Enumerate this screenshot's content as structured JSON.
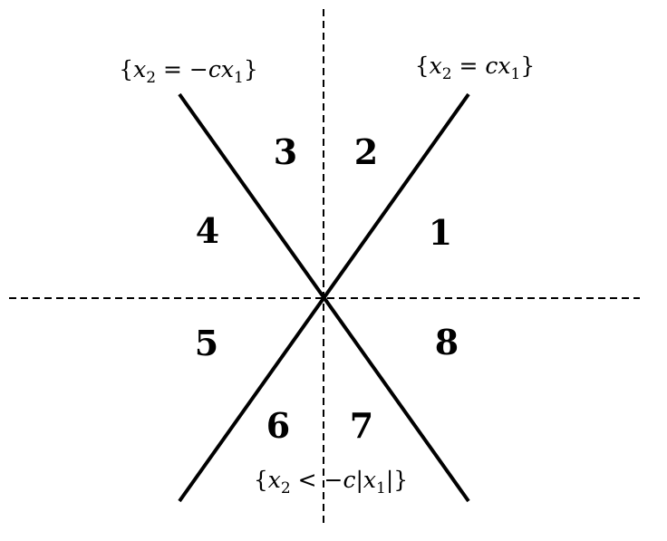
{
  "regions": [
    "1",
    "2",
    "3",
    "4",
    "5",
    "6",
    "7",
    "8"
  ],
  "labels": {
    "left_line": {
      "open": "{",
      "var1": "x",
      "sub1": "2",
      "rel": " = −",
      "coef": "c",
      "var2": "x",
      "sub2": "1",
      "close": "}"
    },
    "right_line": {
      "open": "{",
      "var1": "x",
      "sub1": "2",
      "rel": " = ",
      "coef": "c",
      "var2": "x",
      "sub2": "1",
      "close": "}"
    },
    "bottom_region": {
      "open": "{",
      "var1": "x",
      "sub1": "2",
      "rel": " < −",
      "coef": "c",
      "bar1": "|",
      "var2": "x",
      "sub2": "1",
      "bar2": "|",
      "close": "}"
    }
  }
}
